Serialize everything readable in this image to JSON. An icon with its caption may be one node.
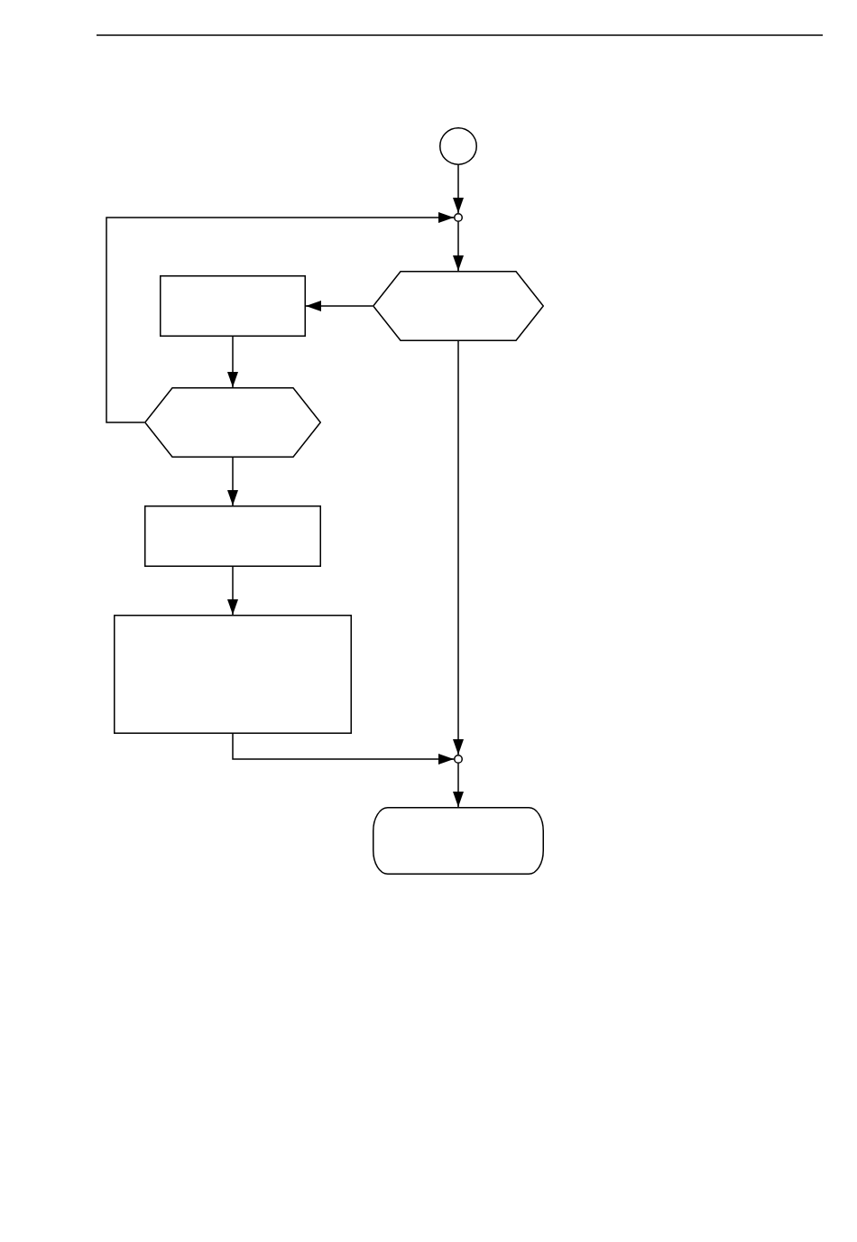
{
  "diagram": {
    "nodes": [
      {
        "text": [],
        "shape": "circle"
      },
      {
        "text": [],
        "shape": "circle"
      },
      {
        "text": [],
        "shape": "box"
      },
      {
        "text": [],
        "shape": "hexagon"
      },
      {
        "text": [],
        "shape": "hexagon"
      },
      {
        "text": [],
        "shape": "box"
      },
      {
        "text": [],
        "shape": "box"
      },
      {
        "text": [],
        "shape": "circle"
      },
      {
        "text": [],
        "shape": "terminal"
      }
    ],
    "edges": [
      {
        "from": 0,
        "to": 1,
        "arrow": "to"
      },
      {
        "from": 1,
        "to": 3,
        "arrow": "to"
      },
      {
        "from": 3,
        "to": 2,
        "arrow": "to"
      },
      {
        "from": 2,
        "to": 4,
        "arrow": "to"
      },
      {
        "from": 4,
        "to": 1,
        "arrow": "to"
      },
      {
        "from": 4,
        "to": 5,
        "arrow": "to"
      },
      {
        "from": 5,
        "to": 6,
        "arrow": "to"
      },
      {
        "from": 3,
        "to": 7,
        "arrow": "to"
      },
      {
        "from": 6,
        "to": 7,
        "arrow": "to"
      },
      {
        "from": 7,
        "to": 8,
        "arrow": "to"
      }
    ]
  }
}
